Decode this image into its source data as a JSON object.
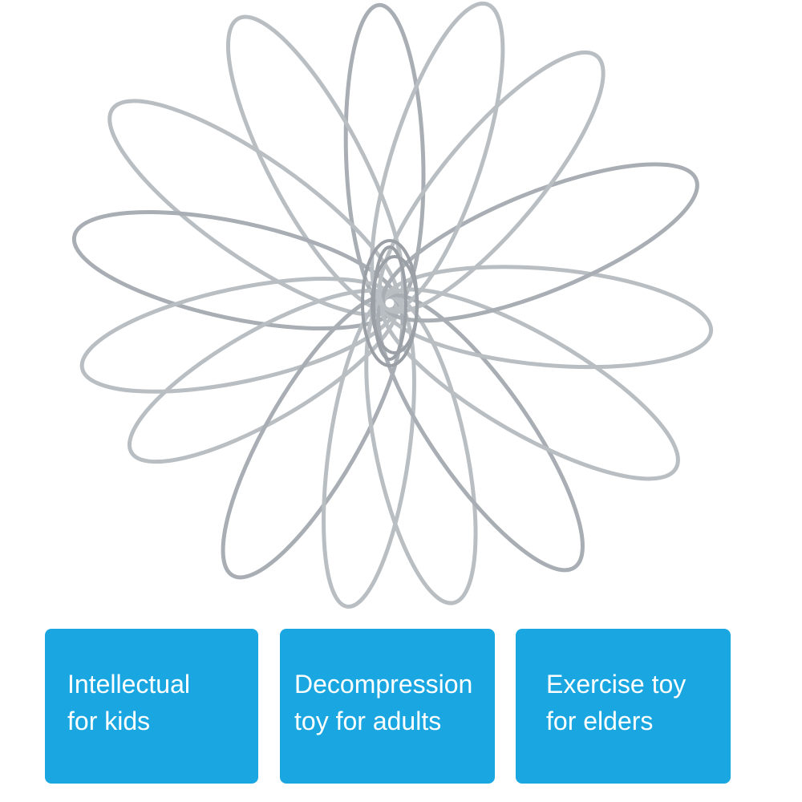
{
  "colors": {
    "card_background": "#1aa7e1",
    "card_text": "#ffffff",
    "ring_metal": "#b9bec3",
    "ring_shadow": "#8c9298"
  },
  "image": {
    "subject": "stainless steel flow ring toy"
  },
  "cards": [
    {
      "line1": "Intellectual",
      "line2": "for kids"
    },
    {
      "line1": "Decompression",
      "line2": "toy for adults"
    },
    {
      "line1": "Exercise toy",
      "line2": "for elders"
    }
  ]
}
